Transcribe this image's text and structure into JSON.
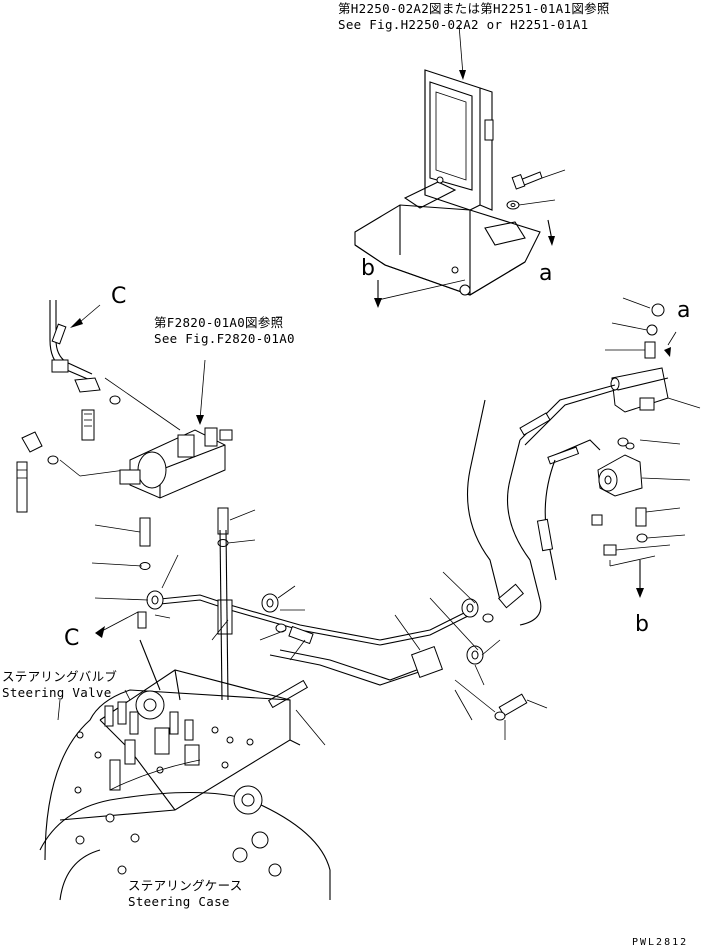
{
  "ref_frame": {
    "jp": "第H2250-02A2図または第H2251-01A1図参照",
    "en": "See Fig.H2250-02A2 or H2251-01A1"
  },
  "ref_valve": {
    "jp": "第F2820-01A0図参照",
    "en": "See Fig.F2820-01A0"
  },
  "steering_valve": {
    "jp": "ステアリングバルブ",
    "en": "Steering Valve"
  },
  "steering_case": {
    "jp": "ステアリングケース",
    "en": "Steering Case"
  },
  "connectors": {
    "a": "a",
    "b": "b",
    "c": "C"
  },
  "drawing_code": "PWL2812"
}
